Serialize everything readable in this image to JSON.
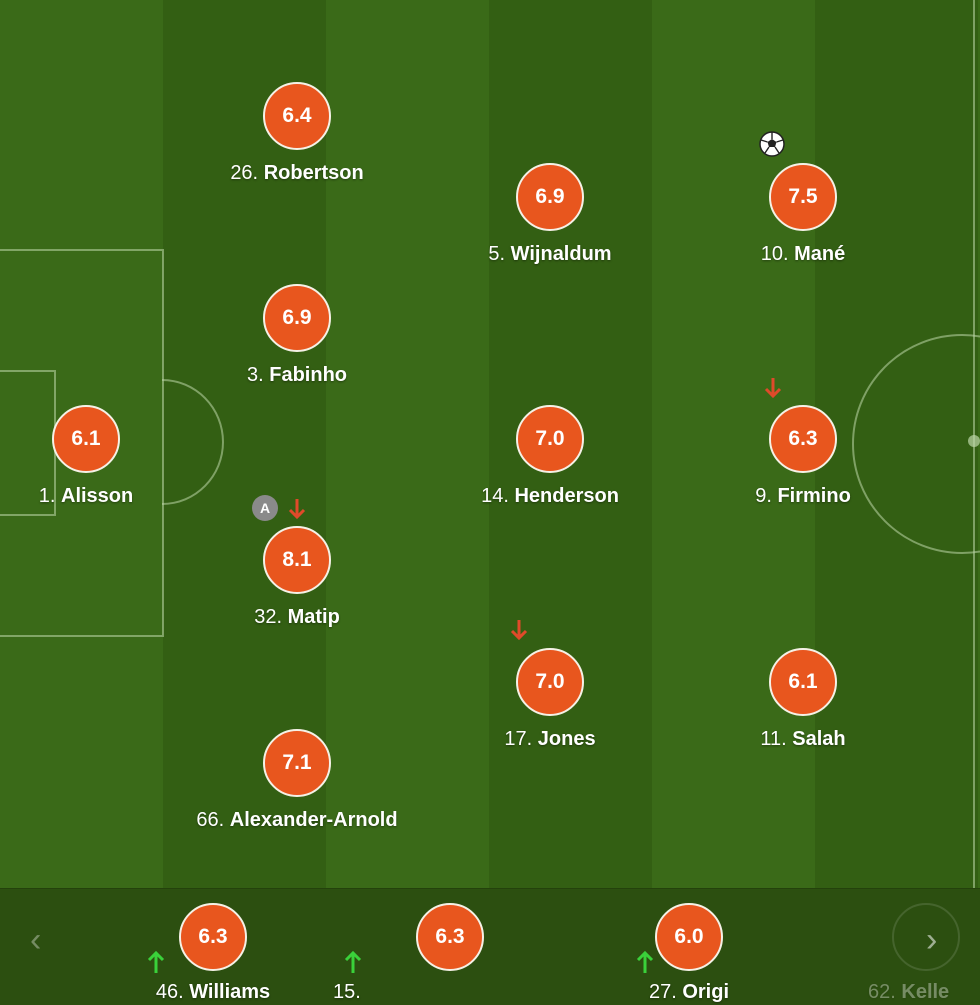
{
  "colors": {
    "pitch_light": "#3a6a18",
    "pitch_dark": "#335f13",
    "rating_bg": "#e8561e",
    "bench_bg": "#2c4f10",
    "sub_out": "#e04a2a",
    "sub_in": "#3ad13a"
  },
  "lineup": [
    {
      "id": "alisson",
      "number": "1.",
      "name": "Alisson",
      "rating": "6.1"
    },
    {
      "id": "robertson",
      "number": "26.",
      "name": "Robertson",
      "rating": "6.4"
    },
    {
      "id": "fabinho",
      "number": "3.",
      "name": "Fabinho",
      "rating": "6.9"
    },
    {
      "id": "matip",
      "number": "32.",
      "name": "Matip",
      "rating": "8.1",
      "captain": "A",
      "subbed_off": true
    },
    {
      "id": "alexander-arnold",
      "number": "66.",
      "name": "Alexander-Arnold",
      "rating": "7.1"
    },
    {
      "id": "wijnaldum",
      "number": "5.",
      "name": "Wijnaldum",
      "rating": "6.9"
    },
    {
      "id": "henderson",
      "number": "14.",
      "name": "Henderson",
      "rating": "7.0"
    },
    {
      "id": "jones",
      "number": "17.",
      "name": "Jones",
      "rating": "7.0",
      "subbed_off": true
    },
    {
      "id": "mane",
      "number": "10.",
      "name": "Mané",
      "rating": "7.5",
      "goal_icon": "soccer-ball-icon"
    },
    {
      "id": "firmino",
      "number": "9.",
      "name": "Firmino",
      "rating": "6.3",
      "subbed_off": true
    },
    {
      "id": "salah",
      "number": "11.",
      "name": "Salah",
      "rating": "6.1"
    }
  ],
  "bench": [
    {
      "id": "williams",
      "number": "46.",
      "name": "Williams",
      "rating": "6.3",
      "subbed_on": true
    },
    {
      "id": "sub15",
      "number": "15.",
      "name": "",
      "rating": "6.3",
      "subbed_on": true
    },
    {
      "id": "origi",
      "number": "27.",
      "name": "Origi",
      "rating": "6.0",
      "subbed_on": true
    },
    {
      "id": "keller",
      "number": "62.",
      "name": "Kelle",
      "rating": ""
    }
  ],
  "nav": {
    "prev": "‹",
    "next": "›"
  }
}
